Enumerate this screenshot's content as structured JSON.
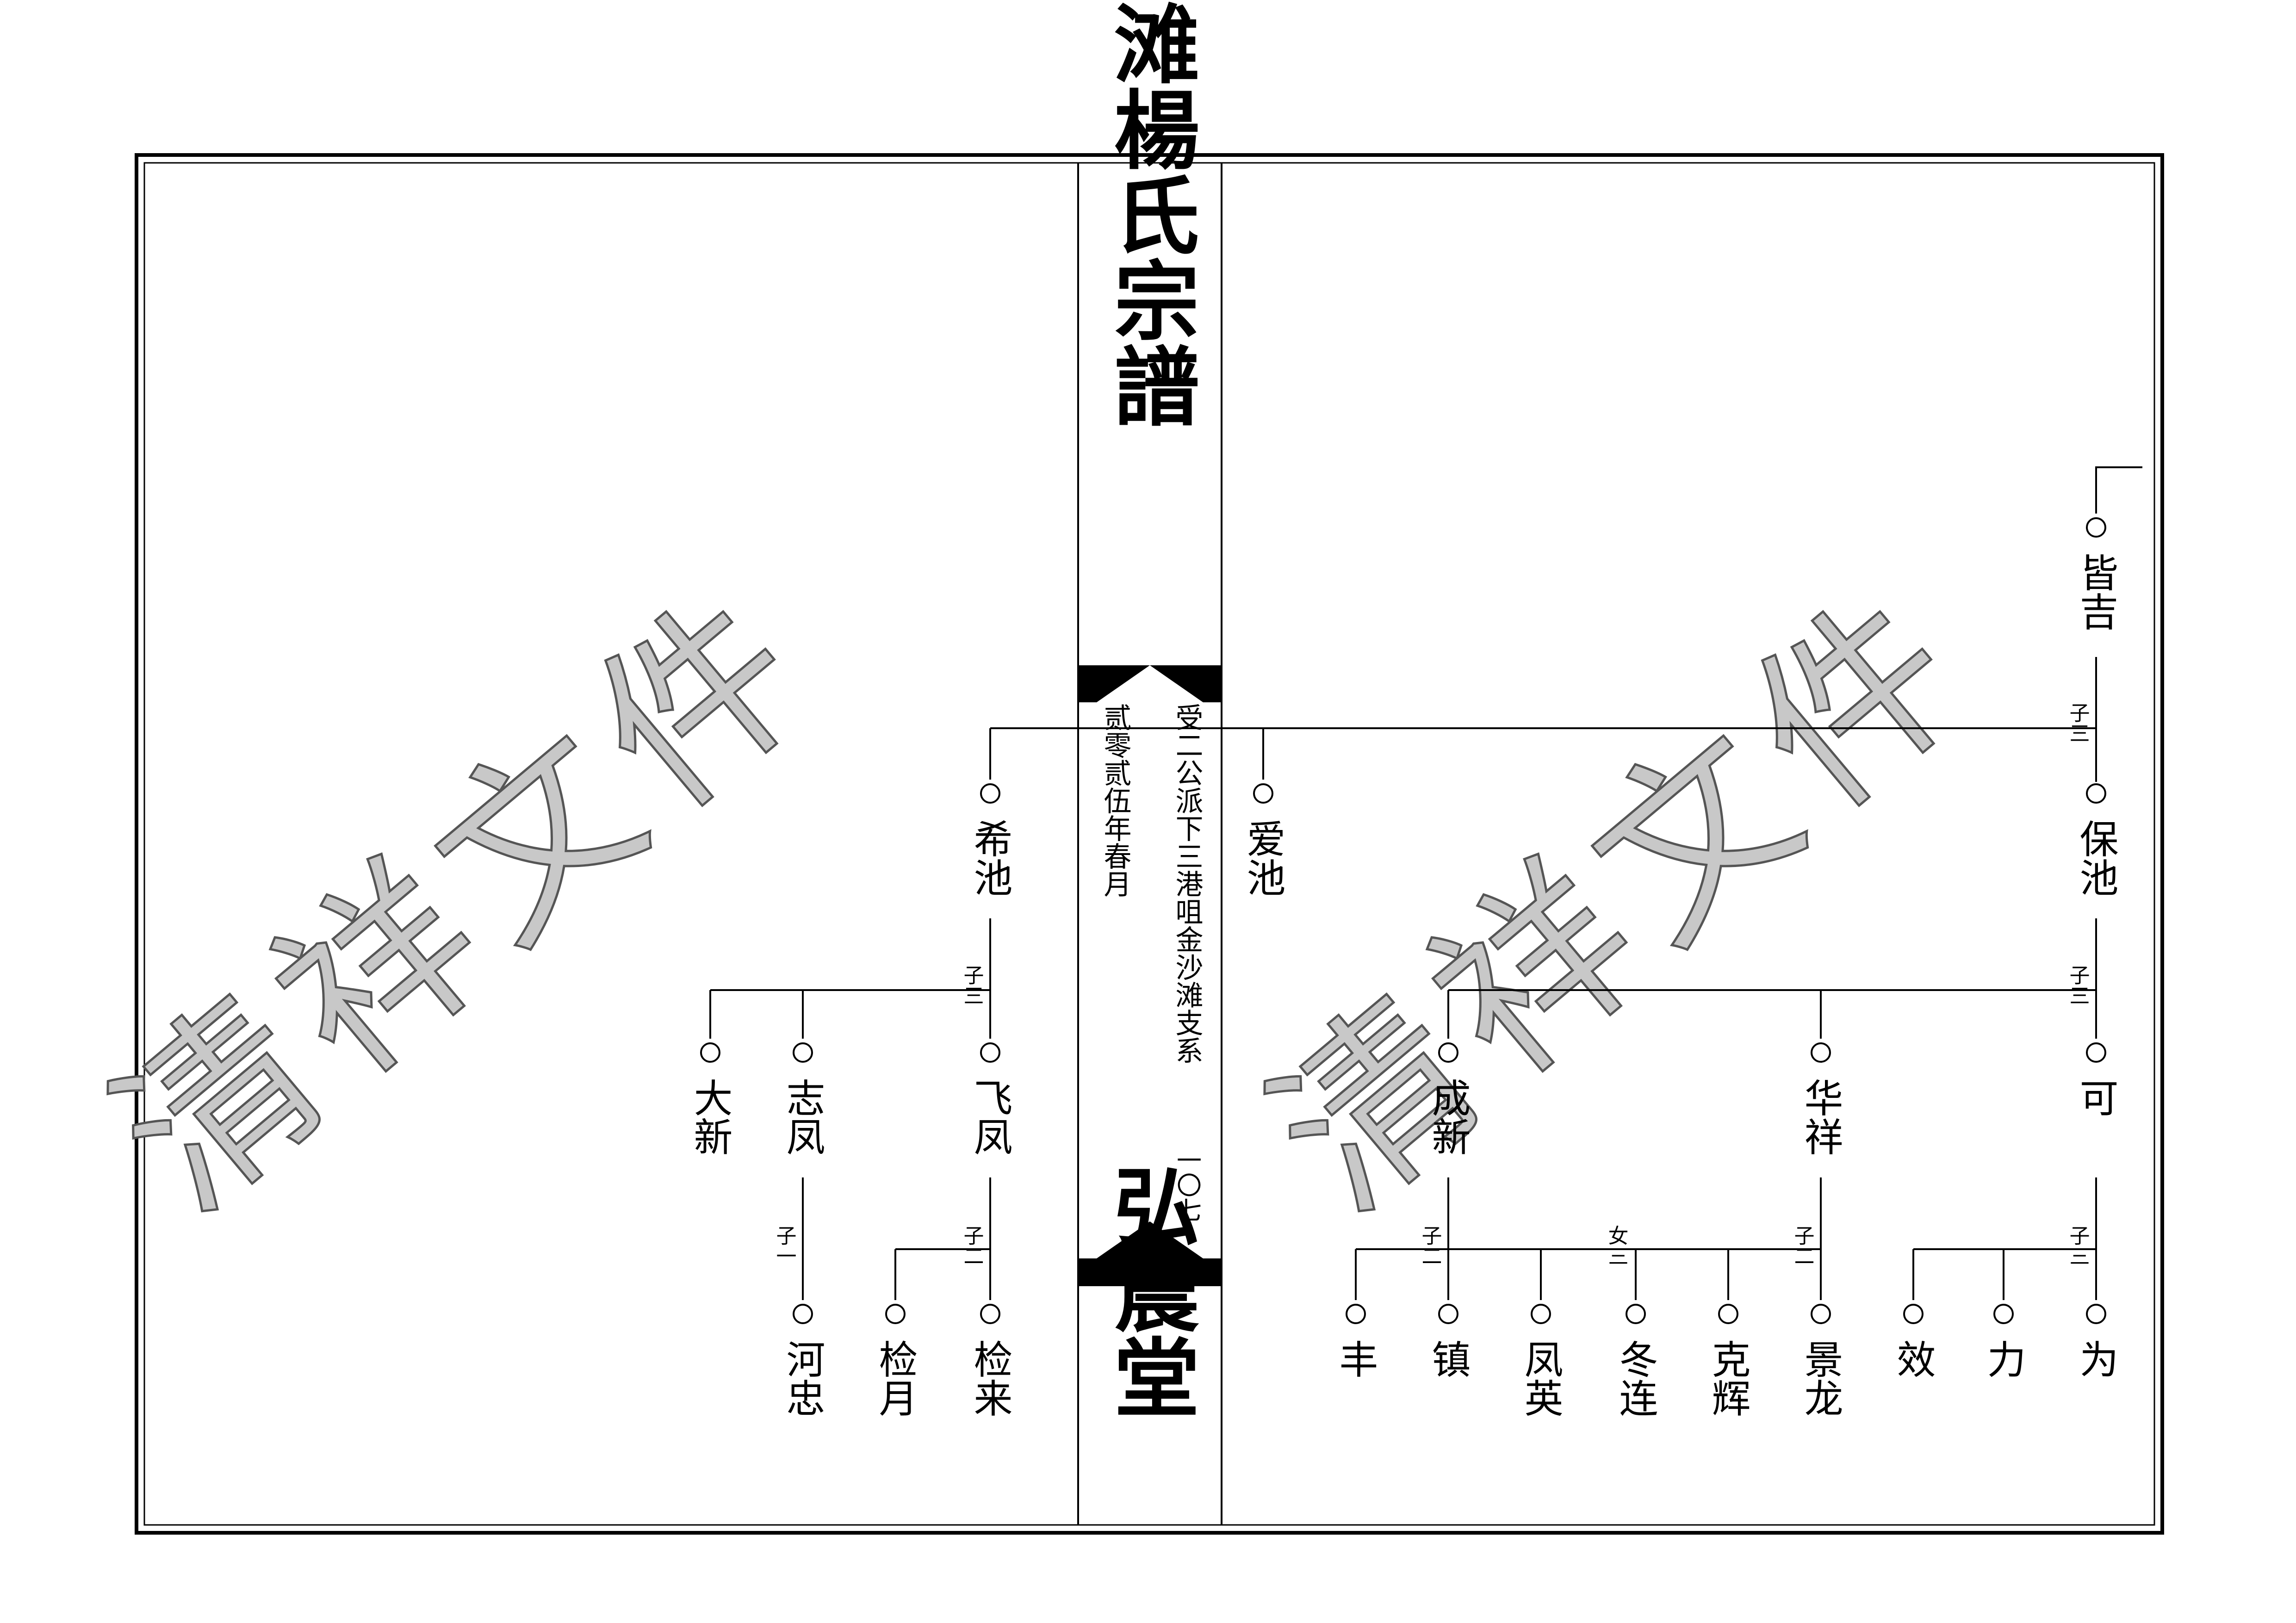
{
  "title": "剑滩楊氏宗譜",
  "hall_name": "弘農堂",
  "branch_line": "受二公派下三港咀金沙滩支系",
  "date_line": "贰零贰伍年春月",
  "page_number": "一〇七",
  "watermark": "清祥文件",
  "colors": {
    "ink": "#000000",
    "paper": "#ffffff",
    "watermark_fill": "#c8c8c8",
    "watermark_stroke": "#555555"
  },
  "persons": [
    {
      "id": "jieji",
      "name": "皆吉"
    },
    {
      "id": "baochi",
      "name": "保池"
    },
    {
      "id": "aichi",
      "name": "爱池"
    },
    {
      "id": "xichi",
      "name": "希池"
    },
    {
      "id": "dixin",
      "name": "大新"
    },
    {
      "id": "zhifeng",
      "name": "志凤"
    },
    {
      "id": "feifeng",
      "name": "飞凤"
    },
    {
      "id": "hezhong",
      "name": "河忠"
    },
    {
      "id": "jianyue",
      "name": "检月"
    },
    {
      "id": "jianlai",
      "name": "检来"
    },
    {
      "id": "chengxin",
      "name": "成新"
    },
    {
      "id": "huaxiang",
      "name": "华祥"
    },
    {
      "id": "ke",
      "name": "可"
    },
    {
      "id": "feng",
      "name": "丰"
    },
    {
      "id": "zhen",
      "name": "镇"
    },
    {
      "id": "fengying",
      "name": "凤英"
    },
    {
      "id": "donglian",
      "name": "冬连"
    },
    {
      "id": "kehui",
      "name": "克辉"
    },
    {
      "id": "jinglong",
      "name": "景龙"
    },
    {
      "id": "xiao",
      "name": "效"
    },
    {
      "id": "li",
      "name": "力"
    },
    {
      "id": "wei",
      "name": "为"
    }
  ],
  "child_counts": [
    {
      "id": "jieji_sons",
      "text": "子三"
    },
    {
      "id": "xichi_sons",
      "text": "子三"
    },
    {
      "id": "baochi_sons",
      "text": "子三"
    },
    {
      "id": "zhifeng_sons",
      "text": "子一"
    },
    {
      "id": "feifeng_sons",
      "text": "子二"
    },
    {
      "id": "chengxin_sons",
      "text": "子二"
    },
    {
      "id": "huaxiang_daughters",
      "text": "女三"
    },
    {
      "id": "huaxiang_sons",
      "text": "子二"
    },
    {
      "id": "ke_sons",
      "text": "子三"
    }
  ]
}
